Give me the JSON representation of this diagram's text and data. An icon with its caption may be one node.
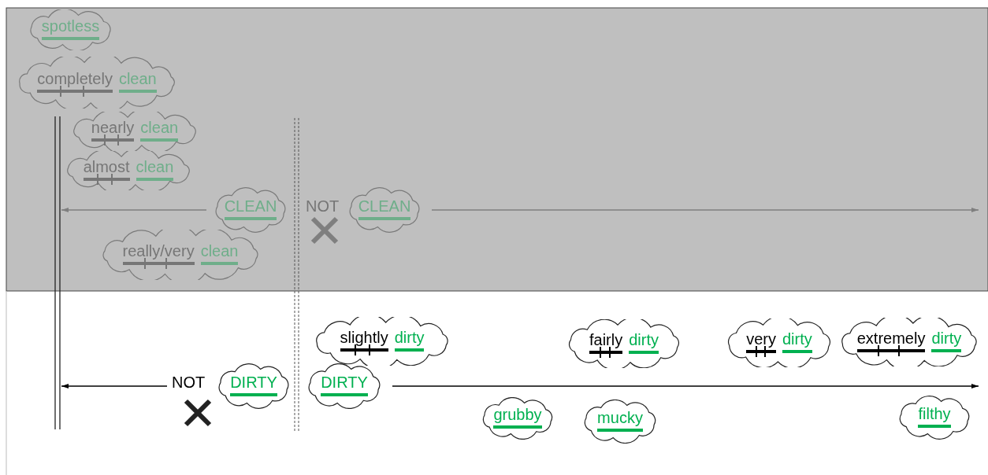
{
  "diagram": {
    "nodes": [
      {
        "text": [
          "spotless"
        ]
      },
      {
        "text": [
          "completely",
          "clean"
        ]
      },
      {
        "text": [
          "nearly",
          "clean"
        ]
      },
      {
        "text": [
          "almost",
          "clean"
        ]
      },
      {
        "text": [
          "CLEAN"
        ]
      },
      {
        "text": [
          "CLEAN"
        ],
        "beside": [
          "NOT"
        ]
      },
      {
        "text": [
          "really/very",
          "clean"
        ]
      },
      {
        "text": [
          "slightly",
          "dirty"
        ]
      },
      {
        "text": [
          "fairly",
          "dirty"
        ]
      },
      {
        "text": [
          "very",
          "dirty"
        ]
      },
      {
        "text": [
          "extremely",
          "dirty"
        ]
      },
      {
        "text": [
          "DIRTY"
        ],
        "beside": [
          "NOT"
        ]
      },
      {
        "text": [
          "DIRTY"
        ]
      },
      {
        "text": [
          "grubby"
        ]
      },
      {
        "text": [
          "mucky"
        ]
      },
      {
        "text": [
          "filthy"
        ]
      }
    ],
    "edges": [
      {
        "from": 4,
        "to": null,
        "arrow": "to",
        "color": "#7f7f7f"
      },
      {
        "from": 5,
        "to": null,
        "arrow": "to",
        "color": "#7f7f7f"
      },
      {
        "from": 11,
        "to": null,
        "arrow": "to",
        "color": "#000000"
      },
      {
        "from": 12,
        "to": null,
        "arrow": "to",
        "color": "#000000"
      }
    ]
  }
}
